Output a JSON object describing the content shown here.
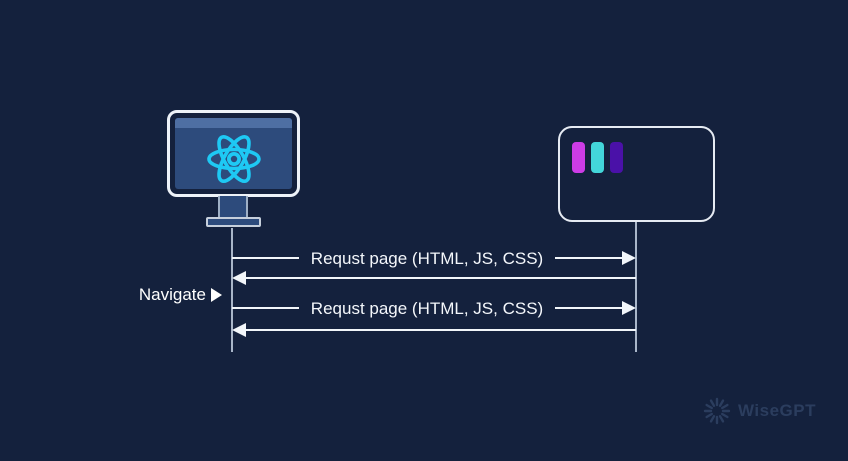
{
  "canvas": {
    "background": "#14213D"
  },
  "client": {
    "icon": "react-monitor-icon",
    "react_logo_color": "#1EC9F4",
    "screen_color": "#2D4B7C",
    "topbar_color": "#4E6FA3"
  },
  "server": {
    "icon": "server-icon",
    "bar_colors": [
      "#CD3CE6",
      "#43D6DA",
      "#4A11A8"
    ]
  },
  "sequence": {
    "navigate_label": "Navigate",
    "messages": [
      {
        "direction": "right",
        "label": "Requst page (HTML, JS, CSS)"
      },
      {
        "direction": "left",
        "label": ""
      },
      {
        "direction": "right",
        "label": "Requst page (HTML, JS, CSS)"
      },
      {
        "direction": "left",
        "label": ""
      }
    ]
  },
  "watermark": {
    "text": "WiseGPT",
    "color": "#2B3D5E"
  }
}
